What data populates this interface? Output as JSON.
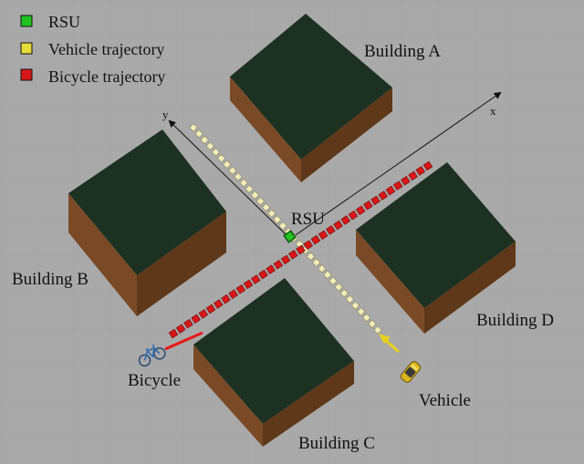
{
  "legend": {
    "items": [
      {
        "label": "RSU",
        "color": "#22c222"
      },
      {
        "label": "Vehicle trajectory",
        "color": "#e6dc3a"
      },
      {
        "label": "Bicycle trajectory",
        "color": "#d81818"
      }
    ]
  },
  "buildings": [
    {
      "label": "Building A"
    },
    {
      "label": "Building B"
    },
    {
      "label": "Building C"
    },
    {
      "label": "Building D"
    }
  ],
  "axes": {
    "x_label": "x",
    "y_label": "y"
  },
  "labels": {
    "rsu": "RSU",
    "vehicle": "Vehicle",
    "bicycle": "Bicycle"
  },
  "colors": {
    "ground": "#a9a9a9",
    "grid": "#9c9c9c",
    "roof": "#1c3122",
    "wall_left": "#7a4a26",
    "wall_right": "#5e3818",
    "vehicle_marker": "#f1ecb8",
    "bicycle_marker": "#d81818",
    "rsu": "#22c222",
    "direction_arrow": "#e8d21a",
    "bicycle_heading": "#e81818"
  },
  "icons": [
    "bicycle-icon",
    "car-icon"
  ]
}
